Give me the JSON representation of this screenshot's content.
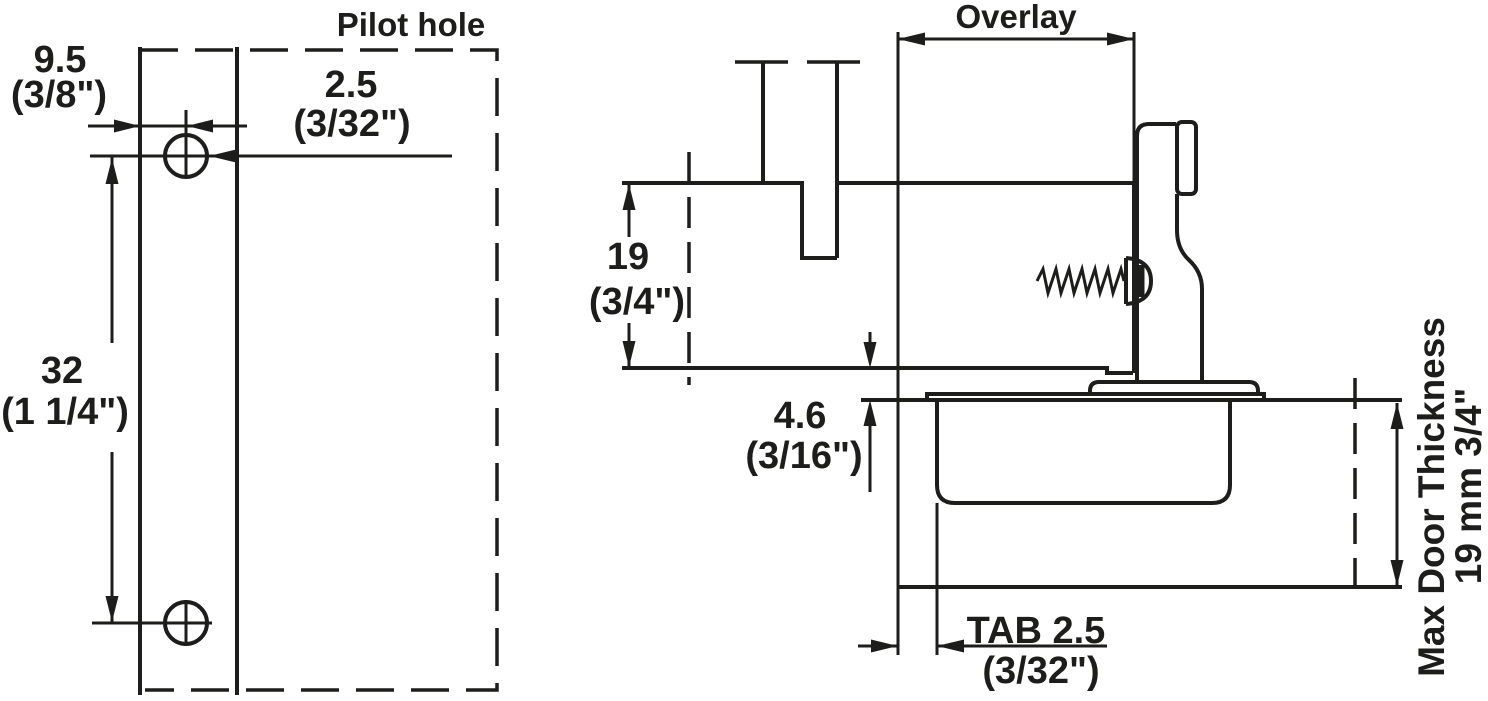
{
  "colors": {
    "line": "#1d1d1b",
    "bg": "#ffffff"
  },
  "left_view": {
    "title": "Pilot hole",
    "edge_distance_mm": "9.5",
    "edge_distance_in": "(3/8\")",
    "hole_dia_mm": "2.5",
    "hole_dia_in": "(3/32\")",
    "hole_spacing_mm": "32",
    "hole_spacing_in": "(1 1/4\")"
  },
  "right_view": {
    "overlay_label": "Overlay",
    "panel_thickness_mm": "19",
    "panel_thickness_in": "(3/4\")",
    "reveal_mm": "4.6",
    "reveal_in": "(3/16\")",
    "tab_label": "TAB 2.5",
    "tab_in": "(3/32\")",
    "max_door_line1": "Max Door Thickness",
    "max_door_line2": "19 mm 3/4\""
  }
}
